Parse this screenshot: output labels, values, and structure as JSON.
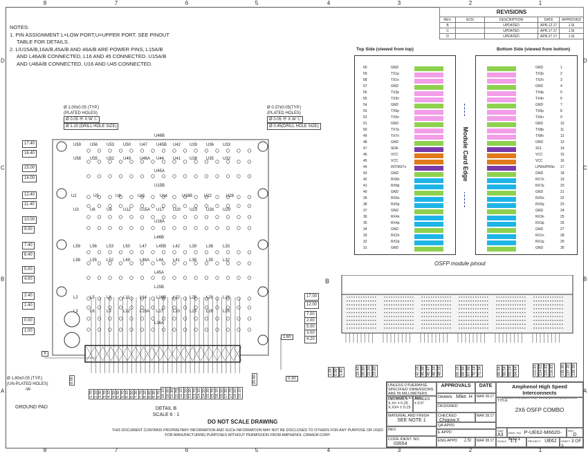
{
  "zones_top": [
    "8",
    "7",
    "6",
    "5",
    "4",
    "3",
    "2",
    "1"
  ],
  "zones_bottom": [
    "8",
    "7",
    "6",
    "5",
    "4",
    "3",
    "2",
    "1"
  ],
  "zones_side": [
    "D",
    "C",
    "B",
    "A"
  ],
  "notes": {
    "title": "NOTES:",
    "n1": "1. PIN ASSIGNMENT L=LOW PORT,U=UPPER PORT. SEE PINOUT",
    "n1b": "TABLE FOR DETAILS.",
    "n2": "2. L/U15A/B,16A/B,45A/B AND 46A/B ARE POWER PINS, L15A/B",
    "n2b": "AND L46A/B CONNECTED, L16 AND 45 CONNECTED. U15A/B",
    "n2c": "AND U46A/B CONNECTED. U16 AND U45 CONNECTED."
  },
  "revisions": {
    "title": "REVISIONS",
    "headers": [
      "REV.",
      "ECN",
      "DESCRIPTION",
      "DATE",
      "APPROVED"
    ],
    "rows": [
      [
        "B",
        "",
        "UPDATED",
        "APR.12.17",
        "J.SI"
      ],
      [
        "C",
        "",
        "UPDATED",
        "APR.17.17",
        "J.SI"
      ],
      [
        "D",
        "",
        "UPDATED",
        "APR.27.17",
        "J.SI"
      ]
    ]
  },
  "pinout": {
    "top_title": "Top Side (viewed from top)",
    "bottom_title": "Bottom Side (viewed from bottom)",
    "edge_label": "Module Card Edge",
    "caption": "OSFP module pinout",
    "colors": {
      "gnd": "#8fd14f",
      "tx": "#f29ee8",
      "rx": "#1fb4e6",
      "vcc": "#e07a1a",
      "ctl": "#7a3aa8"
    },
    "top": [
      {
        "n": "60",
        "s": "GND",
        "t": "gnd"
      },
      {
        "n": "59",
        "s": "TX1p",
        "t": "tx"
      },
      {
        "n": "58",
        "s": "TX1n",
        "t": "tx"
      },
      {
        "n": "57",
        "s": "GND",
        "t": "gnd"
      },
      {
        "n": "56",
        "s": "TX3p",
        "t": "tx"
      },
      {
        "n": "55",
        "s": "TX3n",
        "t": "tx"
      },
      {
        "n": "54",
        "s": "GND",
        "t": "gnd"
      },
      {
        "n": "53",
        "s": "TX5p",
        "t": "tx"
      },
      {
        "n": "52",
        "s": "TX5n",
        "t": "tx"
      },
      {
        "n": "51",
        "s": "GND",
        "t": "gnd"
      },
      {
        "n": "50",
        "s": "TX7p",
        "t": "tx"
      },
      {
        "n": "49",
        "s": "TX7n",
        "t": "tx"
      },
      {
        "n": "48",
        "s": "GND",
        "t": "gnd"
      },
      {
        "n": "47",
        "s": "SDA",
        "t": "ctl"
      },
      {
        "n": "46",
        "s": "VCC",
        "t": "vcc"
      },
      {
        "n": "45",
        "s": "VCC",
        "t": "vcc"
      },
      {
        "n": "44",
        "s": "INT/RSTn",
        "t": "ctl"
      },
      {
        "n": "43",
        "s": "GND",
        "t": "gnd"
      },
      {
        "n": "42",
        "s": "RX8n",
        "t": "rx"
      },
      {
        "n": "41",
        "s": "RX8p",
        "t": "rx"
      },
      {
        "n": "40",
        "s": "GND",
        "t": "gnd"
      },
      {
        "n": "39",
        "s": "RX6n",
        "t": "rx"
      },
      {
        "n": "38",
        "s": "RX6p",
        "t": "rx"
      },
      {
        "n": "37",
        "s": "GND",
        "t": "gnd"
      },
      {
        "n": "36",
        "s": "RX4n",
        "t": "rx"
      },
      {
        "n": "35",
        "s": "RX4p",
        "t": "rx"
      },
      {
        "n": "34",
        "s": "GND",
        "t": "gnd"
      },
      {
        "n": "33",
        "s": "RX2n",
        "t": "rx"
      },
      {
        "n": "32",
        "s": "RX2p",
        "t": "rx"
      },
      {
        "n": "31",
        "s": "GND",
        "t": "gnd"
      }
    ],
    "bottom": [
      {
        "n": "1",
        "s": "GND",
        "t": "gnd"
      },
      {
        "n": "2",
        "s": "TX2p",
        "t": "tx"
      },
      {
        "n": "3",
        "s": "TX2n",
        "t": "tx"
      },
      {
        "n": "4",
        "s": "GND",
        "t": "gnd"
      },
      {
        "n": "5",
        "s": "TX4p",
        "t": "tx"
      },
      {
        "n": "6",
        "s": "TX4n",
        "t": "tx"
      },
      {
        "n": "7",
        "s": "GND",
        "t": "gnd"
      },
      {
        "n": "8",
        "s": "TX6p",
        "t": "tx"
      },
      {
        "n": "9",
        "s": "TX6n",
        "t": "tx"
      },
      {
        "n": "10",
        "s": "GND",
        "t": "gnd"
      },
      {
        "n": "11",
        "s": "TX8p",
        "t": "tx"
      },
      {
        "n": "12",
        "s": "TX8n",
        "t": "tx"
      },
      {
        "n": "13",
        "s": "GND",
        "t": "gnd"
      },
      {
        "n": "14",
        "s": "SCL",
        "t": "ctl"
      },
      {
        "n": "15",
        "s": "VCC",
        "t": "vcc"
      },
      {
        "n": "16",
        "s": "VCC",
        "t": "vcc"
      },
      {
        "n": "17",
        "s": "LPWn/PRSn",
        "t": "ctl"
      },
      {
        "n": "18",
        "s": "GND",
        "t": "gnd"
      },
      {
        "n": "19",
        "s": "RX7n",
        "t": "rx"
      },
      {
        "n": "20",
        "s": "RX7p",
        "t": "rx"
      },
      {
        "n": "21",
        "s": "GND",
        "t": "gnd"
      },
      {
        "n": "22",
        "s": "RX5n",
        "t": "rx"
      },
      {
        "n": "23",
        "s": "RX5p",
        "t": "rx"
      },
      {
        "n": "24",
        "s": "GND",
        "t": "gnd"
      },
      {
        "n": "25",
        "s": "RX3n",
        "t": "rx"
      },
      {
        "n": "26",
        "s": "RX3p",
        "t": "rx"
      },
      {
        "n": "27",
        "s": "GND",
        "t": "gnd"
      },
      {
        "n": "28",
        "s": "RX1n",
        "t": "rx"
      },
      {
        "n": "29",
        "s": "RX1p",
        "t": "rx"
      },
      {
        "n": "30",
        "s": "GND",
        "t": "gnd"
      }
    ]
  },
  "detail_b": {
    "title": "DETAIL B",
    "scale": "SCALE 6 : 1",
    "y_labels": [
      "17.40",
      "16.40",
      "15.00",
      "14.00",
      "12.40",
      "11.40",
      "10.00",
      "9.00",
      "7.40",
      "6.40",
      "5.00",
      "4.00",
      "2.40",
      "1.40",
      "0.00",
      "1.00"
    ],
    "dim_left_top": [
      "Ø 1.00±0.05 (TYP.)",
      "(PLATED HOLES)",
      "Ø 0.05 Ⓜ X W Ⓛ",
      "Ø 1.10 (DRILL HOLE SIZE)"
    ],
    "dim_right_top": [
      "Ø 0.37±0.05(TYP.)",
      "(PLATED HOLES)",
      "Ø 0.05 Ⓜ X W Ⓛ",
      "Ø 0.45(DRILL HOLE SIZE)"
    ],
    "dim_left_bottom": [
      "Ø 1.80±0.05 (TYP.)",
      "(UN-PLATED HOLES)",
      "-W-"
    ],
    "ground_pad": "GROUND PAD",
    "dim_160": "1.60",
    "dim_030": "0.30",
    "dim_000": "0.00",
    "dim_2080": "20.80",
    "datum_x": "X",
    "upper_rows": [
      [
        "U46B"
      ],
      [
        "U59",
        "U56",
        "U53",
        "U50",
        "U47",
        "U45B",
        "U42",
        "U39",
        "U36",
        "U33"
      ],
      [
        "U58",
        "U55",
        "U52",
        "U49",
        "U46A",
        "U44",
        "U41",
        "U38",
        "U35",
        "U32"
      ],
      [
        "U45A"
      ],
      [
        "U15B"
      ],
      [
        "U2",
        "U5",
        "U8",
        "U11",
        "U14",
        "U16B",
        "U22",
        "U28"
      ],
      [
        "U3",
        "U6",
        "U9",
        "U12",
        "U15A",
        "U17",
        "U20",
        "U23",
        "U26",
        "U29"
      ],
      [
        "U16A"
      ]
    ],
    "lower_rows": [
      [
        "L46B"
      ],
      [
        "L59",
        "L56",
        "L53",
        "L50",
        "L47",
        "L45B",
        "L42",
        "L39",
        "L36",
        "L33"
      ],
      [
        "L58",
        "L55",
        "L52",
        "L49",
        "L46A",
        "L44",
        "L41",
        "L38",
        "L35",
        "L32"
      ],
      [
        "L45A"
      ],
      [
        "L15B"
      ],
      [
        "L2",
        "L5",
        "L8",
        "L11",
        "L14",
        "L16B",
        "L22",
        "L25",
        "L28",
        "L19"
      ],
      [
        "L3",
        "L6",
        "L9",
        "L12",
        "L15A",
        "L17",
        "L20",
        "L23",
        "L26",
        "L29"
      ],
      [
        "L16A"
      ]
    ],
    "x_labels": [
      "1.70",
      "2.10",
      "3.30",
      "3.70",
      "4.10",
      "4.50",
      "5.30",
      "5.70",
      "6.10",
      "6.50",
      "7.30",
      "7.70",
      "8.10",
      "8.90",
      "9.30",
      "9.70",
      "10.10",
      "10.90",
      "11.30",
      "11.70",
      "12.10",
      "12.50",
      "13.30",
      "13.70",
      "14.10",
      "14.50",
      "15.30",
      "15.70",
      "16.10",
      "16.50",
      "17.30",
      "17.70",
      "18.50",
      "19.10"
    ]
  },
  "side_view": {
    "label_b": "B",
    "y_labels": [
      "17.00",
      "12.00",
      "7.00",
      "2.00",
      "5.00",
      "3.00",
      "4.20"
    ],
    "x_labels": [
      "1.29",
      "0.00",
      "1.40",
      "19.40",
      "20.80",
      "22.20",
      "23.60",
      "42.28",
      "45.08",
      "45.47",
      "46.18",
      "48.16",
      "65.16",
      "66.56",
      "67.96",
      "70.14",
      "71.34",
      "89.54",
      "90.54",
      "93.24",
      "94.64",
      "112.92",
      "114.02",
      "115.42",
      "116.82",
      "135.80",
      "137.20",
      "138.59"
    ]
  },
  "title_block": {
    "dnd": "DO NOT SCALE DRAWING",
    "disclaimer": "THIS DOCUMENT CONTAINS PROPRIETARY INFORMATION AND SUCH INFORMATION MAY NOT BE DISCLOSED TO OTHERS FOR ANY PURPOSE OR USED FOR MANUFACTURING PURPOSES WITHOUT PERMISSION FROM AMPHENOL CANADA CORP.",
    "unless": "UNLESS OTHERWISE SPECIFIED DIMENSIONS ARE IN MILLIMETERS TOLERANCES ARE:",
    "decimals": "DECIMALS",
    "xx": "X.X= ± 0.25",
    "xxx": "X.XX= ± 0.15",
    "angles": "ANGLES",
    "angle_val": "± 0.5°",
    "material": "MATERIAL AND FINISH",
    "see_note": "SEE NOTE 1",
    "rev_label": "REV.",
    "codedent": "CODE IDENT. NO.",
    "code": "03554",
    "approvals": "APPROVALS",
    "date": "DATE",
    "drawn": "DRAWN",
    "drawn_by": "Mike. H",
    "drawn_date": "MAR 28.17",
    "designed": "DESIGNED",
    "checked": "CHECKED",
    "checked_by": "Chigow.X",
    "checked_date": "MAR 28.17",
    "qa": "QA APPD",
    "eappd": "E APPD",
    "engappd": "ENG APPD",
    "eng_by": "J.SI",
    "eng_date": "MAR 28.17",
    "company": "Amphenol High Speed Interconnects",
    "company_sub": "A Division of Amphenol Corp. www.amphenol-highspeed.com",
    "title_label": "TITLE",
    "title": "2X6 OSFP COMBO",
    "size_label": "SIZE",
    "size": "A3",
    "dwg_label": "DWG. NO.",
    "dwg": "P-UE62-M6620-B321",
    "rev_l": "REV.",
    "rev": "D",
    "scale_label": "SCALE",
    "scale": "1:1",
    "project_label": "PROJECT",
    "project": "UE62",
    "sheet_label": "SHEET",
    "sheet": "3 OF 3"
  }
}
